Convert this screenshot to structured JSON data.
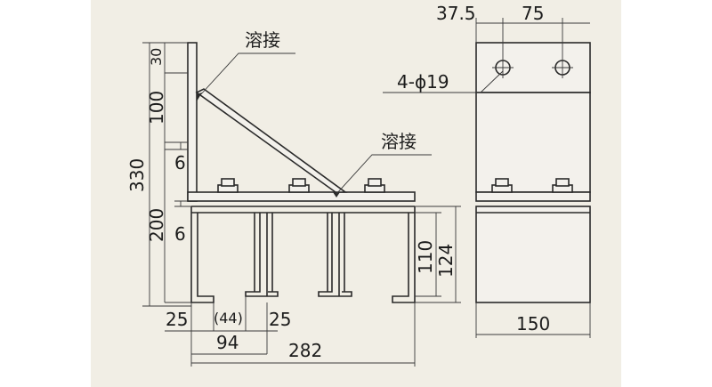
{
  "colors": {
    "background": "#f1eee5",
    "line": "#2a2a2a"
  },
  "side_view": {
    "weld_label_top": "溶接",
    "weld_label_mid": "溶接",
    "dims": {
      "d30": "30",
      "d100": "100",
      "d330": "330",
      "d6_upper": "6",
      "d200": "200",
      "d6_lower": "6",
      "d110": "110",
      "d124": "124",
      "d25_left": "25",
      "d44": "(44)",
      "d25_right": "25",
      "d94": "94",
      "d282": "282"
    }
  },
  "front_view": {
    "dims": {
      "d37_5": "37.5",
      "d75": "75",
      "holes": "4-ϕ19",
      "d150": "150"
    }
  }
}
